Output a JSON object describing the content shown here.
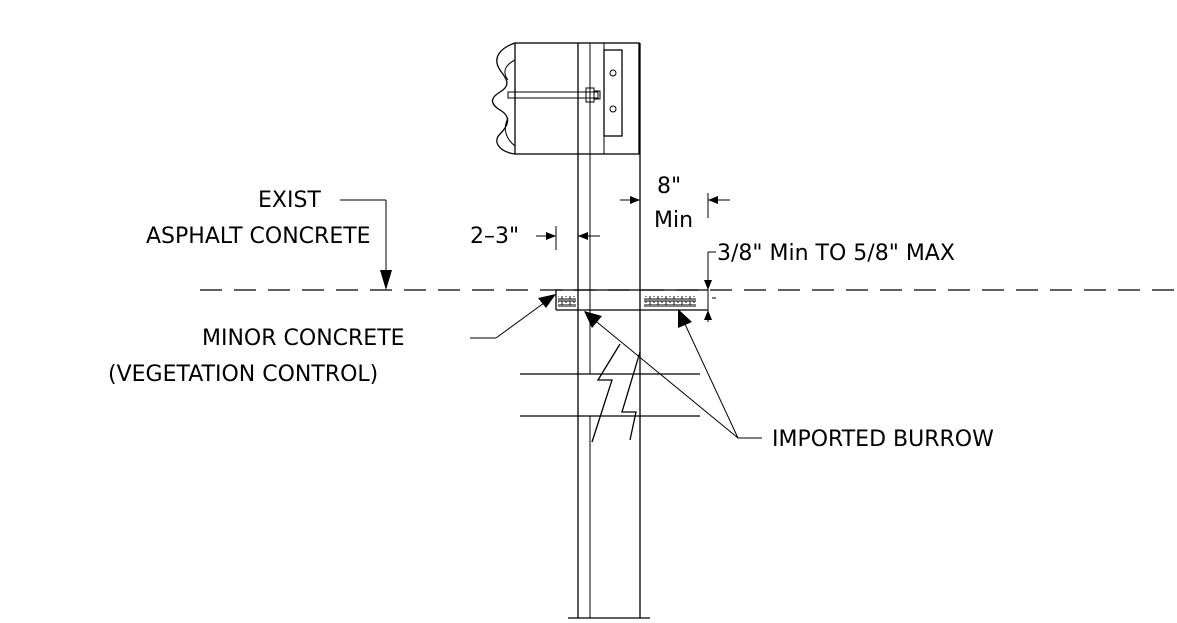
{
  "labels": {
    "exist_line1": "EXIST",
    "exist_line2": "ASPHALT CONCRETE",
    "min_8": "8\"",
    "min_8_sub": "Min",
    "dim_2_3": "2–3\"",
    "depth_range": "3/8\" Min TO 5/8\" MAX",
    "minor_concrete_line1": "MINOR CONCRETE",
    "minor_concrete_line2": "(VEGETATION CONTROL)",
    "imported_burrow": "IMPORTED BURROW"
  },
  "colors": {
    "ink": "#000000",
    "background": "#ffffff"
  }
}
